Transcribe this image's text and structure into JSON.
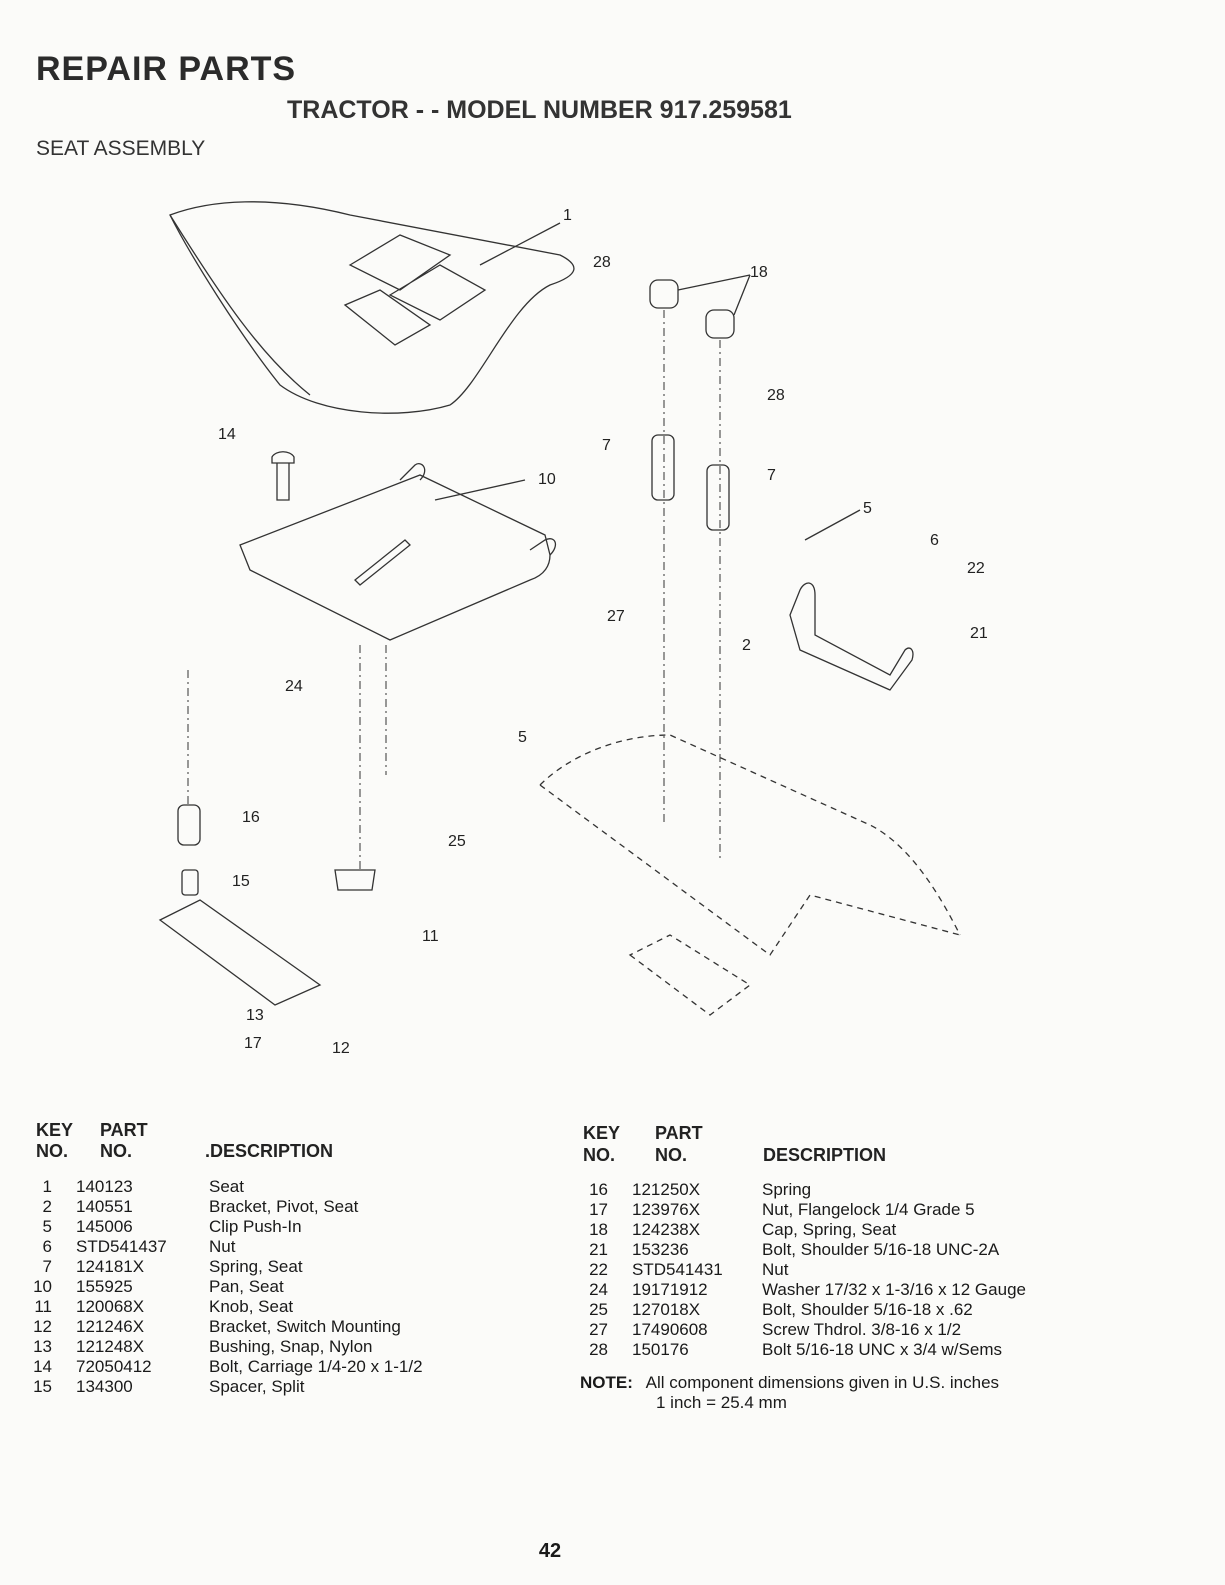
{
  "header": {
    "title": "REPAIR PARTS",
    "subtitle": "TRACTOR - - MODEL NUMBER 917.259581",
    "section": "SEAT ASSEMBLY"
  },
  "diagram": {
    "callouts": [
      "1",
      "18",
      "28",
      "28",
      "7",
      "7",
      "14",
      "10",
      "5",
      "6",
      "22",
      "21",
      "27",
      "2",
      "24",
      "5",
      "16",
      "25",
      "15",
      "11",
      "13",
      "17",
      "12"
    ]
  },
  "table_left": {
    "headers": {
      "key_line1": "KEY",
      "key_line2": "NO.",
      "part_line1": "PART",
      "part_line2": "NO.",
      "description": ".DESCRIPTION"
    },
    "rows": [
      {
        "key": "1",
        "part": "140123",
        "desc": "Seat"
      },
      {
        "key": "2",
        "part": "140551",
        "desc": "Bracket, Pivot, Seat"
      },
      {
        "key": "5",
        "part": "145006",
        "desc": "Clip Push-In"
      },
      {
        "key": "6",
        "part": "STD541437",
        "desc": "Nut"
      },
      {
        "key": "7",
        "part": "124181X",
        "desc": "Spring, Seat"
      },
      {
        "key": "10",
        "part": "155925",
        "desc": "Pan, Seat"
      },
      {
        "key": "11",
        "part": "120068X",
        "desc": "Knob, Seat"
      },
      {
        "key": "12",
        "part": "121246X",
        "desc": "Bracket, Switch Mounting"
      },
      {
        "key": "13",
        "part": "121248X",
        "desc": "Bushing, Snap, Nylon"
      },
      {
        "key": "14",
        "part": "72050412",
        "desc": "Bolt, Carriage  1/4-20 x 1-1/2"
      },
      {
        "key": "15",
        "part": "134300",
        "desc": "Spacer, Split"
      }
    ]
  },
  "table_right": {
    "headers": {
      "key_line1": "KEY",
      "key_line2": "NO.",
      "part_line1": "PART",
      "part_line2": "NO.",
      "description": "DESCRIPTION"
    },
    "rows": [
      {
        "key": "16",
        "part": "121250X",
        "desc": "Spring"
      },
      {
        "key": "17",
        "part": "123976X",
        "desc": "Nut, Flangelock  1/4 Grade 5"
      },
      {
        "key": "18",
        "part": "124238X",
        "desc": "Cap, Spring, Seat"
      },
      {
        "key": "21",
        "part": "153236",
        "desc": "Bolt, Shoulder  5/16-18 UNC-2A"
      },
      {
        "key": "22",
        "part": "STD541431",
        "desc": "Nut"
      },
      {
        "key": "24",
        "part": "19171912",
        "desc": "Washer  17/32 x 1-3/16 x 12 Gauge"
      },
      {
        "key": "25",
        "part": "127018X",
        "desc": "Bolt, Shoulder  5/16-18 x .62"
      },
      {
        "key": "27",
        "part": "17490608",
        "desc": "Screw Thdrol.  3/8-16 x 1/2"
      },
      {
        "key": "28",
        "part": "150176",
        "desc": "Bolt 5/16-18 UNC x 3/4 w/Sems"
      }
    ]
  },
  "note": {
    "label": "NOTE:",
    "line1": "All component dimensions given in U.S. inches",
    "line2": "1 inch = 25.4 mm"
  },
  "page_number": "42"
}
